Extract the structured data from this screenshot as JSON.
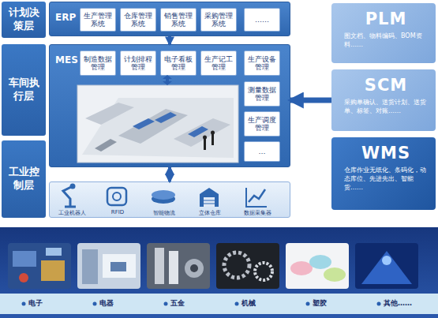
{
  "diagram": {
    "nodes": [
      {
        "text": [
          "计划决策层"
        ]
      },
      {
        "text": [
          "车间执行层"
        ]
      },
      {
        "text": [
          "工业控制层"
        ]
      },
      {
        "text": [
          "ERP"
        ]
      },
      {
        "text": [
          "生产管理系统"
        ],
        "in": 3
      },
      {
        "text": [
          "仓库管理系统"
        ],
        "in": 3
      },
      {
        "text": [
          "销售管理系统"
        ],
        "in": 3
      },
      {
        "text": [
          "采购管理系统"
        ],
        "in": 3
      },
      {
        "text": [
          "……"
        ],
        "in": 3
      },
      {
        "text": [
          "MES"
        ]
      },
      {
        "text": [
          "制造数据管理"
        ],
        "in": 9
      },
      {
        "text": [
          "计划排程管理"
        ],
        "in": 9
      },
      {
        "text": [
          "电子看板管理"
        ],
        "in": 9
      },
      {
        "text": [
          "生产记工管理"
        ],
        "in": 9
      },
      {
        "text": [
          "生产设备管理"
        ],
        "in": 9
      },
      {
        "text": [
          "测量数据管理"
        ],
        "in": 9
      },
      {
        "text": [
          "生产调度管理"
        ],
        "in": 9
      },
      {
        "text": [
          "…"
        ],
        "in": 9
      },
      {
        "text": [
          "工业机器人",
          "RFID",
          "智能物流",
          "立体仓库",
          "数据采集器"
        ]
      },
      {
        "text": [
          "PLM",
          "图文档、物料编码、BOM资料……"
        ]
      },
      {
        "text": [
          "SCM",
          "采购单确认、送货计划、送货单、标签、对账……"
        ]
      },
      {
        "text": [
          "WMS",
          "仓库作业无纸化、条码化，动态库位、先进先出、智能货……"
        ]
      }
    ],
    "edges": [
      {
        "from": 3,
        "to": 9,
        "arrow": "to"
      },
      {
        "from": 9,
        "to": 18,
        "arrow": "both"
      },
      {
        "from": 20,
        "to": 9,
        "arrow": "to"
      }
    ],
    "labels": [
      "电子",
      "电器",
      "五金",
      "机械",
      "塑胶",
      "其他……"
    ]
  }
}
